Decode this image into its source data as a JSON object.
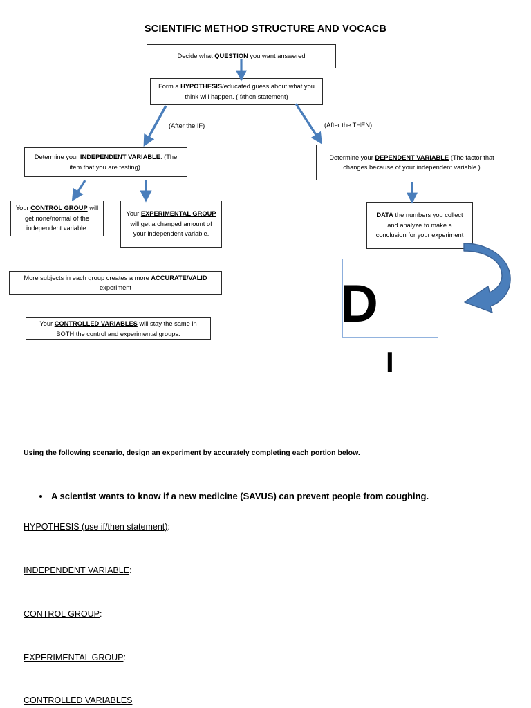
{
  "document": {
    "title": "SCIENTIFIC METHOD STRUCTURE AND VOCACB"
  },
  "colors": {
    "arrow_blue": "#4a7ebb",
    "arrow_blue_dark": "#3c6498",
    "axis_blue": "#6f9ad3",
    "box_border": "#2b2b2b",
    "text": "#000000",
    "page_background": "#ffffff"
  },
  "flowchart": {
    "boxes": {
      "question": {
        "pre": "Decide what ",
        "bold": "QUESTION",
        "post": " you want answered"
      },
      "hypothesis": {
        "pre": "Form a ",
        "bold": "HYPOTHESIS",
        "post": "/educated guess about what you think will happen. (If/then statement)"
      },
      "independent": {
        "pre": "Determine your ",
        "bold_underline": "INDEPENDENT VARIABLE",
        "post": ". (The item that you are testing)."
      },
      "dependent": {
        "pre": "Determine your ",
        "bold_underline": "DEPENDENT VARIABLE",
        "post": " (The factor that changes because of your independent variable.)"
      },
      "control_group": {
        "pre": "Your ",
        "bold_underline": "CONTROL GROUP",
        "post": " will get none/normal of the independent variable."
      },
      "experimental_group": {
        "pre": "Your ",
        "bold_underline": "EXPERIMENTAL GROUP",
        "post": " will get a changed amount of your independent variable."
      },
      "data": {
        "pre": "",
        "bold_underline": "DATA",
        "post": " the numbers you collect and analyze to make a conclusion for your experiment"
      },
      "accurate_valid": {
        "pre": "More subjects in each group creates a more ",
        "bold_underline": "ACCURATE/VALID",
        "post": " experiment"
      },
      "controlled_variables": {
        "pre": "Your ",
        "bold_underline": "CONTROLLED VARIABLES",
        "post": " will stay the same in BOTH the control and experimental groups."
      }
    },
    "branch_labels": {
      "if": "(After the IF)",
      "then": "(After the THEN)"
    },
    "graph_letters": {
      "d": "D",
      "i": "I"
    }
  },
  "worksheet": {
    "instruction": "Using the following scenario, design an experiment by accurately completing each portion below.",
    "scenario": "A scientist wants to know if a new medicine (SAVUS) can prevent people from coughing.",
    "prompts": [
      {
        "label": "HYPOTHESIS (use if/then statement)",
        "suffix": ":"
      },
      {
        "label": "INDEPENDENT VARIABLE",
        "suffix": ":"
      },
      {
        "label": "CONTROL GROUP",
        "suffix": ":"
      },
      {
        "label": "EXPERIMENTAL GROUP",
        "suffix": ":"
      },
      {
        "label": "CONTROLLED VARIABLES",
        "suffix": ""
      }
    ]
  }
}
